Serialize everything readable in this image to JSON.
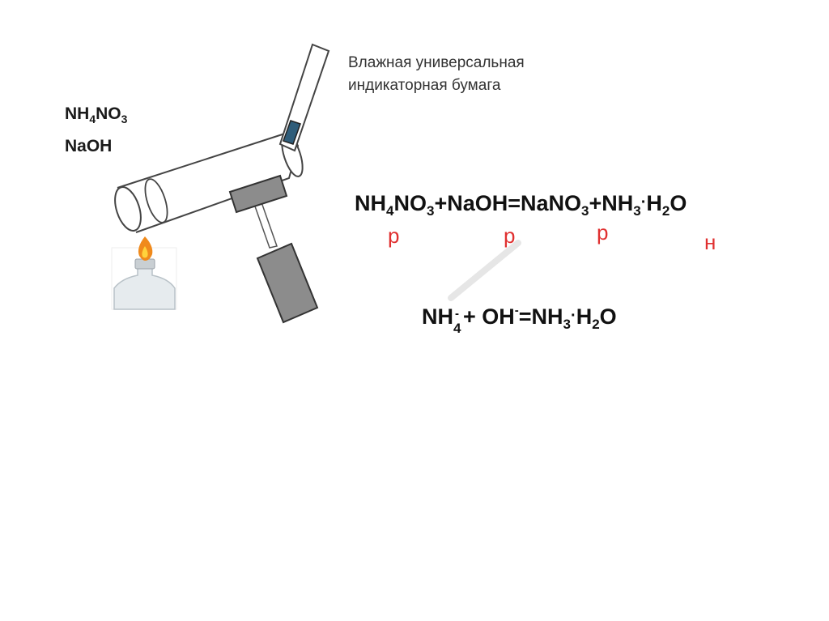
{
  "reagents": {
    "line1_a": "NH",
    "line1_sub_a": "4",
    "line1_b": "NO",
    "line1_sub_b": "3",
    "line2": "NaOH"
  },
  "caption": {
    "line1": "Влажная универсальная",
    "line2": "индикаторная бумага"
  },
  "equation1": {
    "t1": "NH",
    "s1": "4",
    "t2": "NO",
    "s2": "3",
    "t3": "+NaOH=NaNO",
    "s3": "3",
    "t4": "+NH",
    "s4": "3",
    "dot": "·",
    "t5": "H",
    "s5": "2",
    "t6": "O"
  },
  "solubility": {
    "a": "р",
    "b": "р",
    "c": "р",
    "d": "н"
  },
  "equation2": {
    "t1": "NH",
    "s1": "4",
    "charge1": "-",
    "t2": "+ OH",
    "charge2": "-",
    "t3": "=NH",
    "s3": "3",
    "dot": "·",
    "t4": "H",
    "s4": "2",
    "t5": "O"
  },
  "colors": {
    "solubility": "#e03030",
    "clamp": "#8c8c8c",
    "indicator": "#2f5d7a",
    "flame": "#f08a1c"
  }
}
